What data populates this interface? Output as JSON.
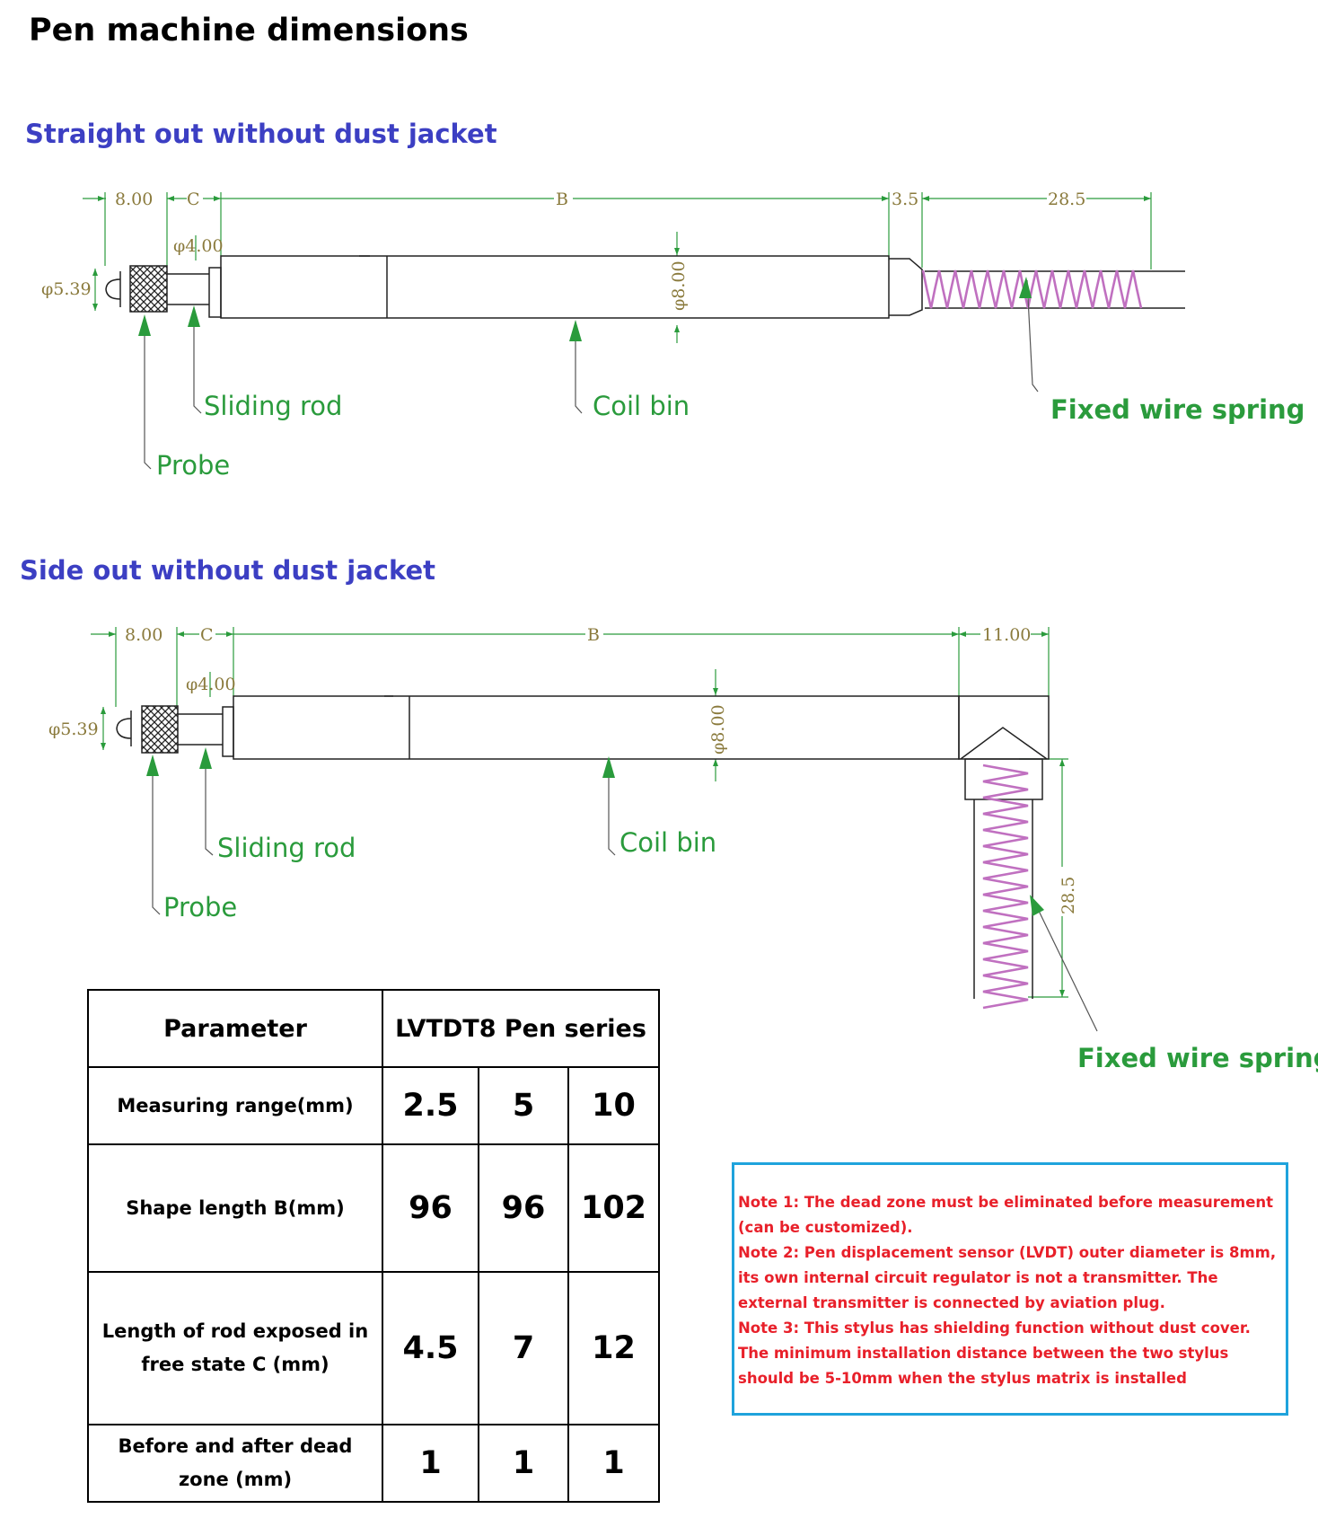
{
  "page_title": "Pen machine dimensions",
  "section1": {
    "title": "Straight out without dust jacket",
    "dims": {
      "d1": "8.00",
      "c": "C",
      "b": "B",
      "d35": "3.5",
      "d285": "28.5",
      "phi4": "φ4.00",
      "phi539": "φ5.39",
      "phi8": "φ8.00"
    },
    "callouts": {
      "sliding_rod": "Sliding rod",
      "coil_bin": "Coil bin",
      "spring": "Fixed wire spring",
      "probe": "Probe"
    }
  },
  "section2": {
    "title": "Side out without dust jacket",
    "dims": {
      "d1": "8.00",
      "c": "C",
      "b": "B",
      "d11": "11.00",
      "d285": "28.5",
      "phi4": "φ4.00",
      "phi539": "φ5.39",
      "phi8": "φ8.00"
    },
    "callouts": {
      "sliding_rod": "Sliding rod",
      "coil_bin": "Coil bin",
      "spring": "Fixed wire spring",
      "probe": "Probe"
    }
  },
  "colors": {
    "title_blue": "#3c3fc3",
    "callout_green": "#2a9b3c",
    "dim_text": "#8a7a3c",
    "spring_violet": "#c070c0",
    "note_red": "#e8202a",
    "note_border": "#1fa3dc"
  },
  "table": {
    "header_param": "Parameter",
    "header_series": "LVTDT8 Pen series",
    "rows": [
      {
        "label": "Measuring range(mm)",
        "values": [
          "2.5",
          "5",
          "10"
        ]
      },
      {
        "label": "Shape length B(mm)",
        "values": [
          "96",
          "96",
          "102"
        ]
      },
      {
        "label": "Length of rod exposed in free state C (mm)",
        "values": [
          "4.5",
          "7",
          "12"
        ]
      },
      {
        "label": "Before and after dead zone (mm)",
        "values": [
          "1",
          "1",
          "1"
        ]
      }
    ]
  },
  "notes": [
    "Note 1: The dead zone must be eliminated before measurement (can be customized).",
    "Note 2: Pen displacement sensor (LVDT) outer diameter is 8mm, its own internal circuit regulator is not a transmitter. The external transmitter is connected by aviation plug.",
    "Note 3: This stylus has shielding function without dust cover. The minimum installation distance between the two stylus should be 5-10mm when the stylus matrix is installed"
  ]
}
